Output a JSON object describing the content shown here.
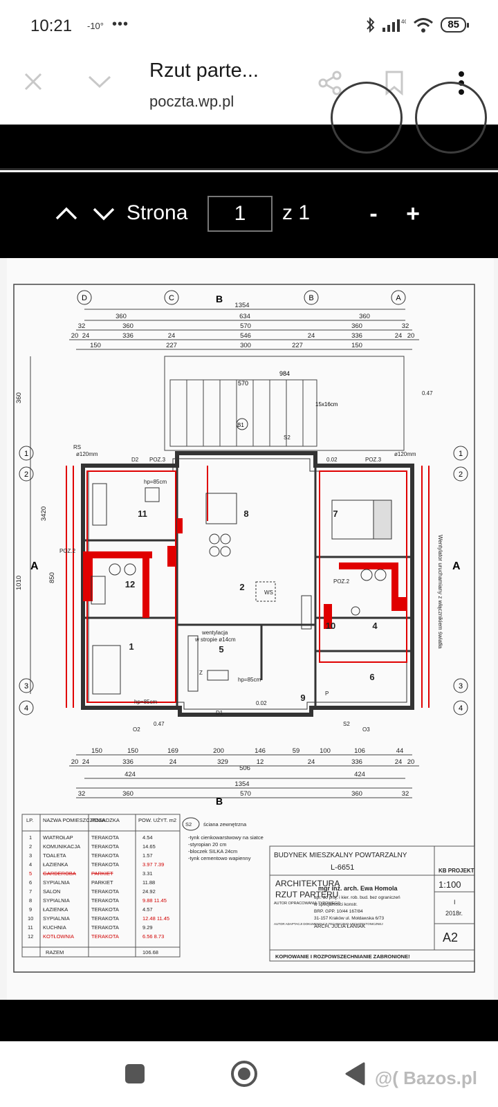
{
  "status": {
    "time": "10:21",
    "temp": "-10°",
    "dots": "•••",
    "battery": "85"
  },
  "browser": {
    "title": "Rzut parte...",
    "url": "poczta.wp.pl"
  },
  "pager": {
    "label": "Strona",
    "page": "1",
    "total": "z 1",
    "zoom_out": "-",
    "zoom_in": "+"
  },
  "plan": {
    "axes_top": [
      "D",
      "C",
      "B",
      "A"
    ],
    "axes_side": [
      "1",
      "2",
      "3",
      "4"
    ],
    "dims_top": {
      "r1": [
        "1354"
      ],
      "r2": [
        "360",
        "634",
        "360"
      ],
      "r3": [
        "32",
        "360",
        "570",
        "360",
        "32"
      ],
      "r4": [
        "20",
        "24",
        "336",
        "24",
        "546",
        "24",
        "336",
        "24",
        "20"
      ],
      "r5": [
        "150",
        "227",
        "300",
        "227",
        "150"
      ]
    },
    "dims_bottom": {
      "r1": [
        "150",
        "150",
        "169",
        "200",
        "146",
        "59",
        "100",
        "106",
        "44"
      ],
      "r2": [
        "20",
        "24",
        "336",
        "24",
        "329",
        "12",
        "24",
        "336",
        "24",
        "20"
      ],
      "r3": [
        "424",
        "506",
        "424"
      ],
      "r4": [
        "1354"
      ],
      "r5": [
        "32",
        "360",
        "570",
        "360",
        "32"
      ]
    },
    "dims_left": [
      "360",
      "1010",
      "3420",
      "850"
    ],
    "room_numbers": [
      "1",
      "2",
      "4",
      "5",
      "6",
      "7",
      "8",
      "9",
      "10",
      "11",
      "12"
    ],
    "labels": {
      "section_b": "B",
      "section_a": "A",
      "terrace_width": "984",
      "terrace_span": "570",
      "stairs": "15x16cm",
      "b1": "B1",
      "s2": "S2",
      "poz3": "POZ.3",
      "poz2": "POZ.2",
      "rs": "RS",
      "rs_dia": "ø120mm",
      "hp85": "hp=85cm",
      "hp85b": "hp=85cm",
      "went": "wentylacja",
      "went2": "w stropie ø14cm",
      "ws": "WS",
      "d1": "D1",
      "d2": "D2",
      "d3": "O3",
      "o2": "O2",
      "l47": "0.47",
      "l02": "0.02",
      "z": "Z",
      "p": "P",
      "vent_right": "Wentylator uruchamiany z włącznikiem światła"
    }
  },
  "legend_s2": {
    "code": "S2",
    "title": "ściana zewnętrzna",
    "layers": [
      "-tynk cienkowarstwowy na siatce",
      "-styropian 20 cm",
      "-bloczek SILKA 24cm",
      "-tynk cementowo wapienny"
    ]
  },
  "room_table": {
    "headers": [
      "LP.",
      "NAZWA POMIESZCZENIA",
      "POSADZKA",
      "POW. UŻYT. m2"
    ],
    "rows": [
      [
        "1",
        "WIATROŁAP",
        "TERAKOTA",
        "4.54"
      ],
      [
        "2",
        "KOMUNIKACJA",
        "TERAKOTA",
        "14.65"
      ],
      [
        "3",
        "TOALETA",
        "TERAKOTA",
        "1.57"
      ],
      [
        "4",
        "ŁAZIENKA",
        "TERAKOTA",
        "3.97 7.39"
      ],
      [
        "5",
        "GARDEROBA",
        "PARKIET",
        "3.31"
      ],
      [
        "6",
        "SYPIALNIA",
        "PARKIET",
        "11.88"
      ],
      [
        "7",
        "SALON",
        "TERAKOTA",
        "24.92"
      ],
      [
        "8",
        "SYPIALNIA",
        "TERAKOTA",
        "9.88 11.45"
      ],
      [
        "9",
        "ŁAZIENKA",
        "TERAKOTA",
        "4.57"
      ],
      [
        "10",
        "SYPIALNIA",
        "TERAKOTA",
        "12.48 11.45"
      ],
      [
        "11",
        "KUCHNIA",
        "TERAKOTA",
        "9.29"
      ],
      [
        "12",
        "KOTŁOWNIA",
        "TERAKOTA",
        "6.56 8.73"
      ]
    ],
    "total_label": "RAZEM",
    "total": "106.68"
  },
  "title_block": {
    "building": "BUDYNEK MIESZKALNY POWTARZALNY",
    "code": "L-6651",
    "branch": "ARCHITEKTURA",
    "sheet": "RZUT PARTERU",
    "scale": "1:100",
    "author_label": "AUTOR OPRACOWANIA TYPOWEGO",
    "author": "mgr inż. arch. Ewa Homola",
    "author_license": "upr. do proj. i kier. rob. bud. bez ograniczeń",
    "author_spec": "w specjalności konstr.",
    "author_reg": "BRP. GPP. 10/44 167/84",
    "author_addr": "31-157 Kraków ul. Mołdawska 6/73",
    "adapt_label": "AUTOR ADAPTACJI DOKUMENTACJI TECHNICZNO-ARCHITEKTONICZNEJ",
    "adapt": "ARCH. JULIA ŁANIAK",
    "logo": "KB PROJEKT",
    "date_num": "I",
    "date": "2018r.",
    "sheet_no": "A2",
    "footer": "KOPIOWANIE I ROZPOWSZECHNIANIE ZABRONIONE!"
  },
  "watermark": "@( Bazos.pl"
}
